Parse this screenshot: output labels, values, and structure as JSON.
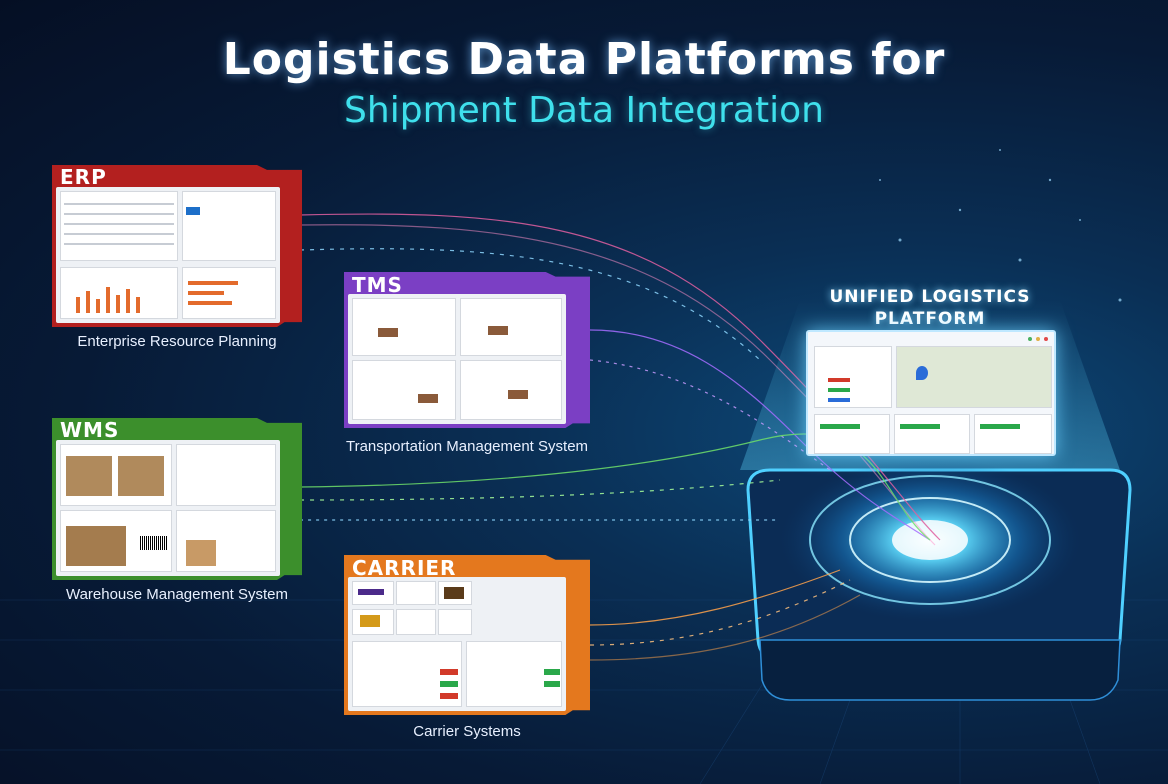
{
  "header": {
    "title": "Logistics Data Platforms for",
    "subtitle": "Shipment Data Integration"
  },
  "sources": [
    {
      "id": "erp",
      "tag": "ERP",
      "caption": "Enterprise Resource Planning",
      "color": "#b3201f"
    },
    {
      "id": "tms",
      "tag": "TMS",
      "caption": "Transportation Management System",
      "color": "#7b3fc4"
    },
    {
      "id": "wms",
      "tag": "WMS",
      "caption": "Warehouse Management System",
      "color": "#3c8f2c"
    },
    {
      "id": "carrier",
      "tag": "CARRIER",
      "caption": "Carrier Systems",
      "color": "#e4781e"
    }
  ],
  "platform": {
    "title_line1": "UNIFIED LOGISTICS",
    "title_line2": "PLATFORM",
    "glow_color": "#3fd2ff"
  },
  "colors": {
    "background": "#071a36",
    "accent": "#3fe0ec",
    "flow_erp": "#e05fa0",
    "flow_tms": "#a56cff",
    "flow_wms": "#6fe06a",
    "flow_carrier": "#ffa24a"
  }
}
